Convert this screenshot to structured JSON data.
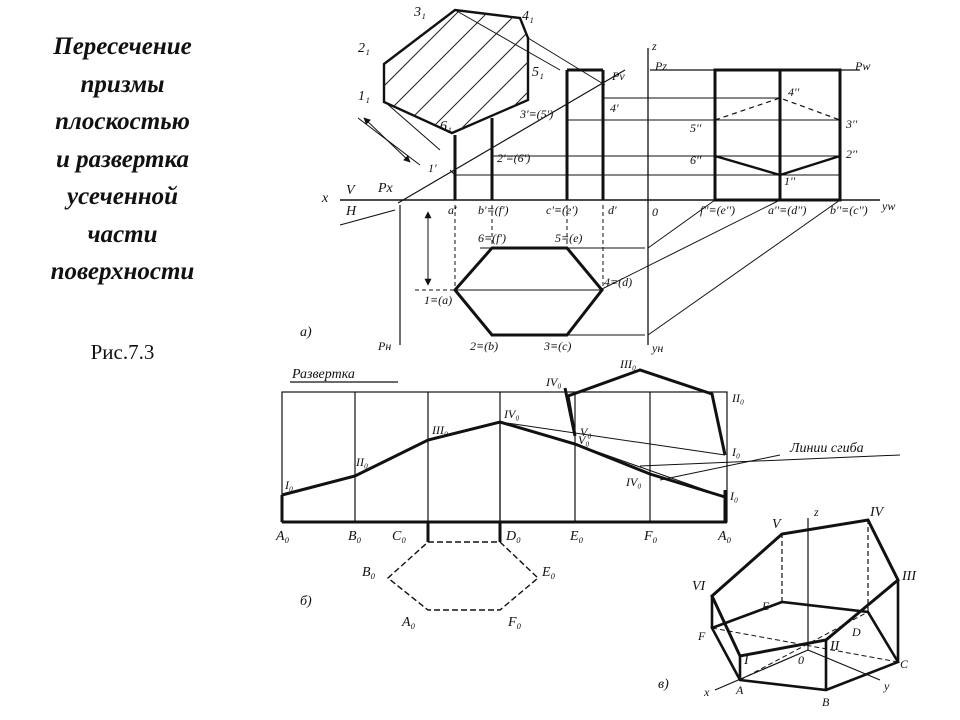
{
  "title": {
    "lines": [
      "Пересечение",
      "призмы",
      "плоскостью",
      "и развертка",
      "усеченной",
      "части",
      "поверхности"
    ]
  },
  "caption": "Рис.7.3",
  "projections": {
    "axis_x": "x",
    "axis_v": "V",
    "axis_h": "H",
    "p_x": "Px",
    "p_v": "Pv",
    "p_z": "Pz",
    "p_w": "Pw",
    "p_h": "Pн",
    "axis_z": "z",
    "axis_y_w": "yw",
    "axis_y_h": "yн",
    "origin": "0",
    "section_points": [
      "1₁",
      "2₁",
      "3₁",
      "4₁",
      "5₁",
      "6₁"
    ],
    "front_points": [
      "1'",
      "2'≡(6')",
      "3'≡(5')",
      "4'"
    ],
    "front_base": [
      "a'",
      "b'≡(f')",
      "c'≡(e')",
      "d'"
    ],
    "profile_points": [
      "4''",
      "5''",
      "3''",
      "6''",
      "2''",
      "1''"
    ],
    "profile_base": [
      "f''≡(e'')",
      "a''≡(d'')",
      "b''≡(c'')"
    ],
    "plan_points": [
      "6≡(f')",
      "5≡(e)",
      "4≡(d)",
      "1≡(a)",
      "2≡(b)",
      "3≡(c)"
    ],
    "part_label": "а)"
  },
  "development": {
    "title": "Развертка",
    "base_points": [
      "A₀",
      "B₀",
      "C₀",
      "D₀",
      "E₀",
      "F₀",
      "A₀"
    ],
    "fold_points": [
      "I₀",
      "II₀",
      "III₀",
      "IV₀",
      "V₀",
      "IV₀",
      "I₀"
    ],
    "section_points": [
      "III₀",
      "IV₀",
      "V₀",
      "II₀",
      "I₀"
    ],
    "fold_label": "Линии сгиба",
    "bottom_points": [
      "B₀",
      "E₀",
      "A₀",
      "F₀"
    ],
    "part_label": "б)"
  },
  "axonometric": {
    "top_points": [
      "V",
      "IV",
      "III",
      "VI",
      "II",
      "I"
    ],
    "base_points": [
      "E",
      "F",
      "D",
      "C",
      "B",
      "A"
    ],
    "axis_z": "z",
    "axis_x": "x",
    "axis_y": "y",
    "origin": "0",
    "part_label": "в)"
  },
  "colors": {
    "ink": "#111111",
    "hatch": "#222222",
    "paper": "#ffffff"
  }
}
